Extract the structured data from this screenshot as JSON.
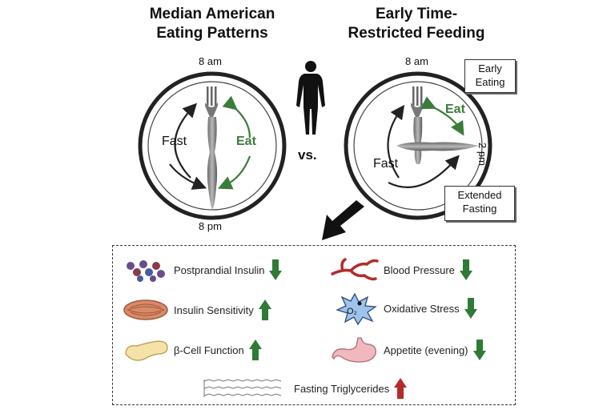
{
  "titles": {
    "left": [
      "Median American",
      "Eating Patterns"
    ],
    "right": [
      "Early Time-",
      "Restricted Feeding"
    ]
  },
  "left_plate": {
    "top_label": "8 am",
    "bottom_label": "8 pm",
    "fast_label": "Fast",
    "eat_label": "Eat"
  },
  "right_plate": {
    "top_label": "8 am",
    "side_label": "2 pm",
    "fast_label": "Fast",
    "eat_label": "Eat"
  },
  "vs_label": "vs.",
  "callouts": {
    "early": [
      "Early",
      "Eating"
    ],
    "extended": [
      "Extended",
      "Fasting"
    ]
  },
  "effects": [
    {
      "label": "Postprandial Insulin",
      "direction": "down",
      "icon": "insulin-molecule-icon"
    },
    {
      "label": "Blood Pressure",
      "direction": "down",
      "icon": "blood-vessel-icon"
    },
    {
      "label": "Insulin Sensitivity",
      "direction": "up",
      "icon": "muscle-icon"
    },
    {
      "label": "Oxidative Stress",
      "direction": "down",
      "icon": "oxidative-stress-icon"
    },
    {
      "label": "β-Cell Function",
      "direction": "up",
      "icon": "pancreas-icon"
    },
    {
      "label": "Appetite (evening)",
      "direction": "down",
      "icon": "stomach-icon"
    },
    {
      "label": "Fasting Triglycerides",
      "direction": "up",
      "icon": "triglyceride-icon"
    }
  ],
  "oxidative_icon_text": "O₂",
  "colors": {
    "green_arrow": "#2f7a34",
    "red_arrow": "#b52a2a",
    "plate_ring": "#222222"
  }
}
